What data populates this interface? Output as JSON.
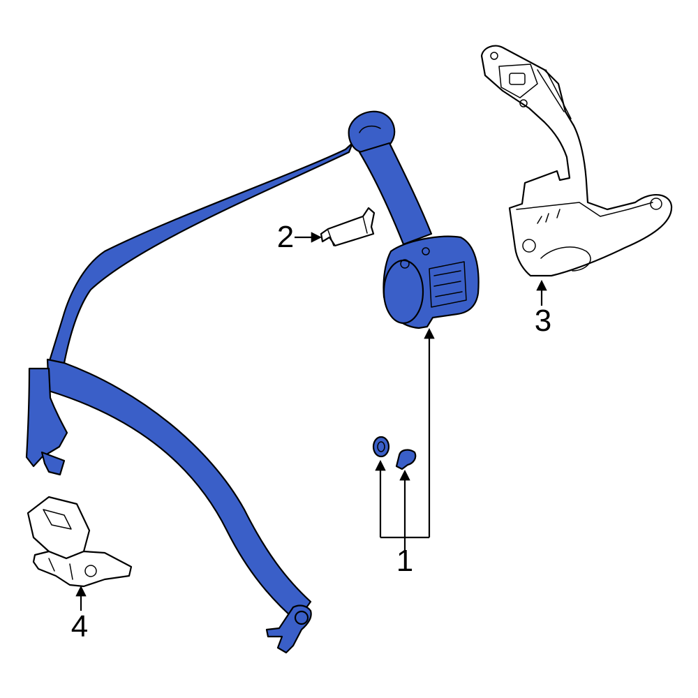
{
  "diagram": {
    "colors": {
      "highlight": "#3a5fc8",
      "outline": "#000000",
      "background": "#ffffff",
      "unhighlighted": "#ffffff"
    },
    "callouts": [
      {
        "id": "callout-1",
        "label": "1"
      },
      {
        "id": "callout-2",
        "label": "2"
      },
      {
        "id": "callout-3",
        "label": "3"
      },
      {
        "id": "callout-4",
        "label": "4"
      }
    ]
  }
}
